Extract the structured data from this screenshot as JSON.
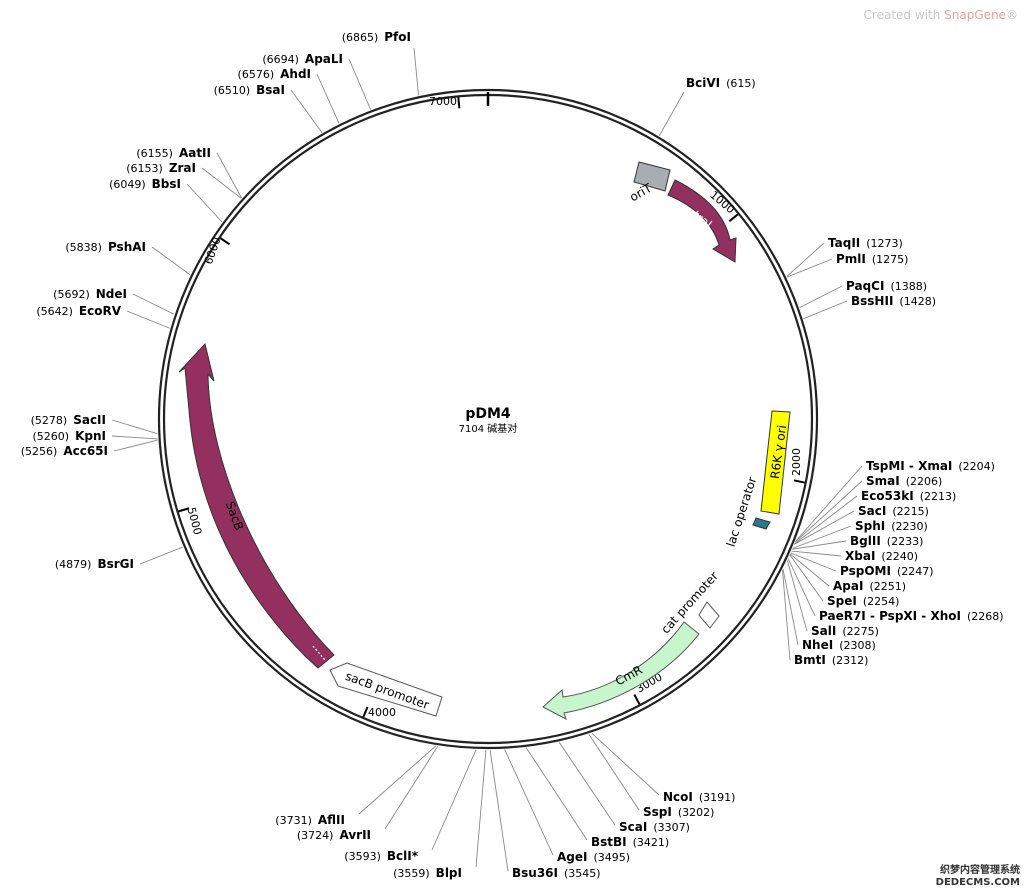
{
  "credit": {
    "prefix": "Created with ",
    "brand": "SnapGene",
    "reg": "®"
  },
  "plasmid": {
    "name": "pDM4",
    "length_label": "7104 碱基对",
    "length": 7104
  },
  "ticks": [
    {
      "pos": 1000,
      "label": "1000"
    },
    {
      "pos": 2000,
      "label": "2000"
    },
    {
      "pos": 3000,
      "label": "3000"
    },
    {
      "pos": 4000,
      "label": "4000"
    },
    {
      "pos": 5000,
      "label": "5000"
    },
    {
      "pos": 6000,
      "label": "6000"
    },
    {
      "pos": 7000,
      "label": "7000"
    }
  ],
  "features": [
    {
      "name": "oriT",
      "type": "box",
      "color": "#a8adb2"
    },
    {
      "name": "traJ",
      "type": "arrow",
      "color": "#93305f"
    },
    {
      "name": "R6K γ ori",
      "type": "box",
      "color": "#ffff00"
    },
    {
      "name": "lac operator",
      "type": "box",
      "color": "#2a7a8c"
    },
    {
      "name": "cat promoter",
      "type": "arrow",
      "color": "#ffffff"
    },
    {
      "name": "CmR",
      "type": "arrow",
      "color": "#c8f6cc"
    },
    {
      "name": "sacB promoter",
      "type": "arrow",
      "color": "#ffffff"
    },
    {
      "name": "SacB",
      "type": "arrow",
      "color": "#93305f"
    }
  ],
  "sites": [
    {
      "name": "PfoI",
      "pos": "6865"
    },
    {
      "name": "ApaLI",
      "pos": "6694"
    },
    {
      "name": "AhdI",
      "pos": "6576"
    },
    {
      "name": "BsaI",
      "pos": "6510"
    },
    {
      "name": "AatII",
      "pos": "6155"
    },
    {
      "name": "ZraI",
      "pos": "6153"
    },
    {
      "name": "BbsI",
      "pos": "6049"
    },
    {
      "name": "PshAI",
      "pos": "5838"
    },
    {
      "name": "NdeI",
      "pos": "5692"
    },
    {
      "name": "EcoRV",
      "pos": "5642"
    },
    {
      "name": "SacII",
      "pos": "5278"
    },
    {
      "name": "KpnI",
      "pos": "5260"
    },
    {
      "name": "Acc65I",
      "pos": "5256"
    },
    {
      "name": "BsrGI",
      "pos": "4879"
    },
    {
      "name": "BciVI",
      "pos": "615"
    },
    {
      "name": "TaqII",
      "pos": "1273"
    },
    {
      "name": "PmlI",
      "pos": "1275"
    },
    {
      "name": "PaqCI",
      "pos": "1388"
    },
    {
      "name": "BssHII",
      "pos": "1428"
    },
    {
      "name": "TspMI - XmaI",
      "pos": "2204"
    },
    {
      "name": "SmaI",
      "pos": "2206"
    },
    {
      "name": "Eco53kI",
      "pos": "2213"
    },
    {
      "name": "SacI",
      "pos": "2215"
    },
    {
      "name": "SphI",
      "pos": "2230"
    },
    {
      "name": "BglII",
      "pos": "2233"
    },
    {
      "name": "XbaI",
      "pos": "2240"
    },
    {
      "name": "PspOMI",
      "pos": "2247"
    },
    {
      "name": "ApaI",
      "pos": "2251"
    },
    {
      "name": "SpeI",
      "pos": "2254"
    },
    {
      "name": "PaeR7I - PspXI - XhoI",
      "pos": "2268"
    },
    {
      "name": "SalI",
      "pos": "2275"
    },
    {
      "name": "NheI",
      "pos": "2308"
    },
    {
      "name": "BmtI",
      "pos": "2312"
    },
    {
      "name": "NcoI",
      "pos": "3191"
    },
    {
      "name": "SspI",
      "pos": "3202"
    },
    {
      "name": "ScaI",
      "pos": "3307"
    },
    {
      "name": "BstBI",
      "pos": "3421"
    },
    {
      "name": "AgeI",
      "pos": "3495"
    },
    {
      "name": "Bsu36I",
      "pos": "3545"
    },
    {
      "name": "BlpI",
      "pos": "3559"
    },
    {
      "name": "BclI*",
      "pos": "3593"
    },
    {
      "name": "AvrII",
      "pos": "3724"
    },
    {
      "name": "AflII",
      "pos": "3731"
    }
  ],
  "watermark": {
    "line1": "织梦内容管理系统",
    "line2": "DEDECMS.COM"
  }
}
